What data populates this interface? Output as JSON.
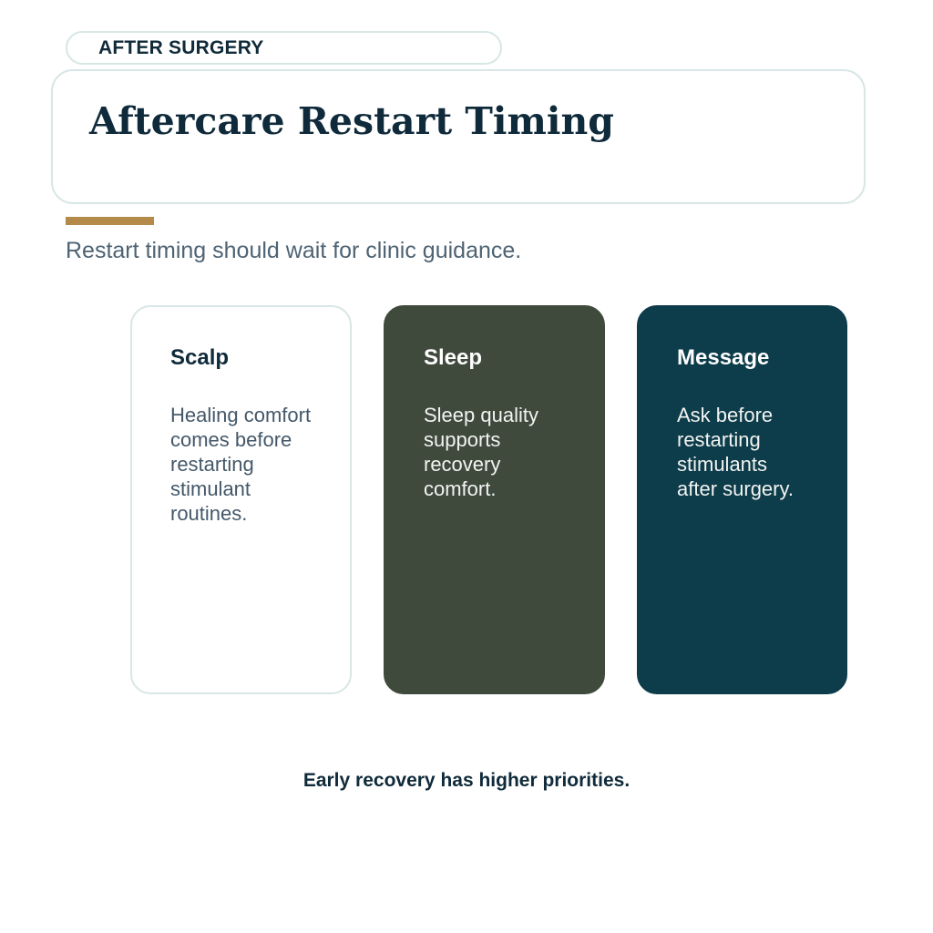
{
  "eyebrow": "AFTER SURGERY",
  "title": "Aftercare Restart Timing",
  "subtitle": "Restart timing should wait for clinic guidance.",
  "colors": {
    "accent": "#b48a4a",
    "card_sleep": "#3f4a3d",
    "card_message": "#0d3c4a",
    "border": "#d9e6e6",
    "navy": "#0f2a3a"
  },
  "cards": [
    {
      "title": "Scalp",
      "body": "Healing comfort comes before restarting stimulant routines."
    },
    {
      "title": "Sleep",
      "body": "Sleep quality supports recovery comfort."
    },
    {
      "title": "Message",
      "body": "Ask before restarting stimulants after surgery."
    }
  ],
  "footer": "Early recovery has higher priorities."
}
